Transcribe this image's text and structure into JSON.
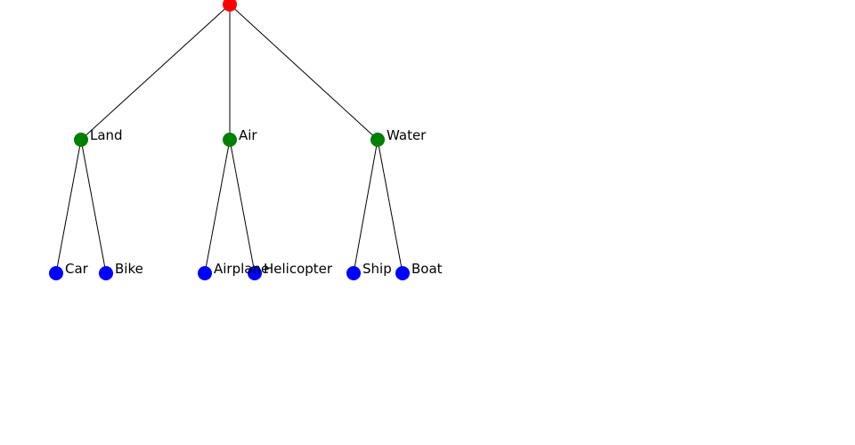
{
  "colors": {
    "root": "#ff0000",
    "category": "#008000",
    "leaf": "#0000ff",
    "edge": "#000000"
  },
  "nodes": [
    {
      "id": "root",
      "label": "",
      "level": 0
    },
    {
      "id": "land",
      "label": "Land",
      "level": 1,
      "parent": "root"
    },
    {
      "id": "air",
      "label": "Air",
      "level": 1,
      "parent": "root"
    },
    {
      "id": "water",
      "label": "Water",
      "level": 1,
      "parent": "root"
    },
    {
      "id": "car",
      "label": "Car",
      "level": 2,
      "parent": "land"
    },
    {
      "id": "bike",
      "label": "Bike",
      "level": 2,
      "parent": "land"
    },
    {
      "id": "airplane",
      "label": "Airplane",
      "level": 2,
      "parent": "air"
    },
    {
      "id": "helicopter",
      "label": "Helicopter",
      "level": 2,
      "parent": "air"
    },
    {
      "id": "ship",
      "label": "Ship",
      "level": 2,
      "parent": "water"
    },
    {
      "id": "boat",
      "label": "Boat",
      "level": 2,
      "parent": "water"
    }
  ]
}
